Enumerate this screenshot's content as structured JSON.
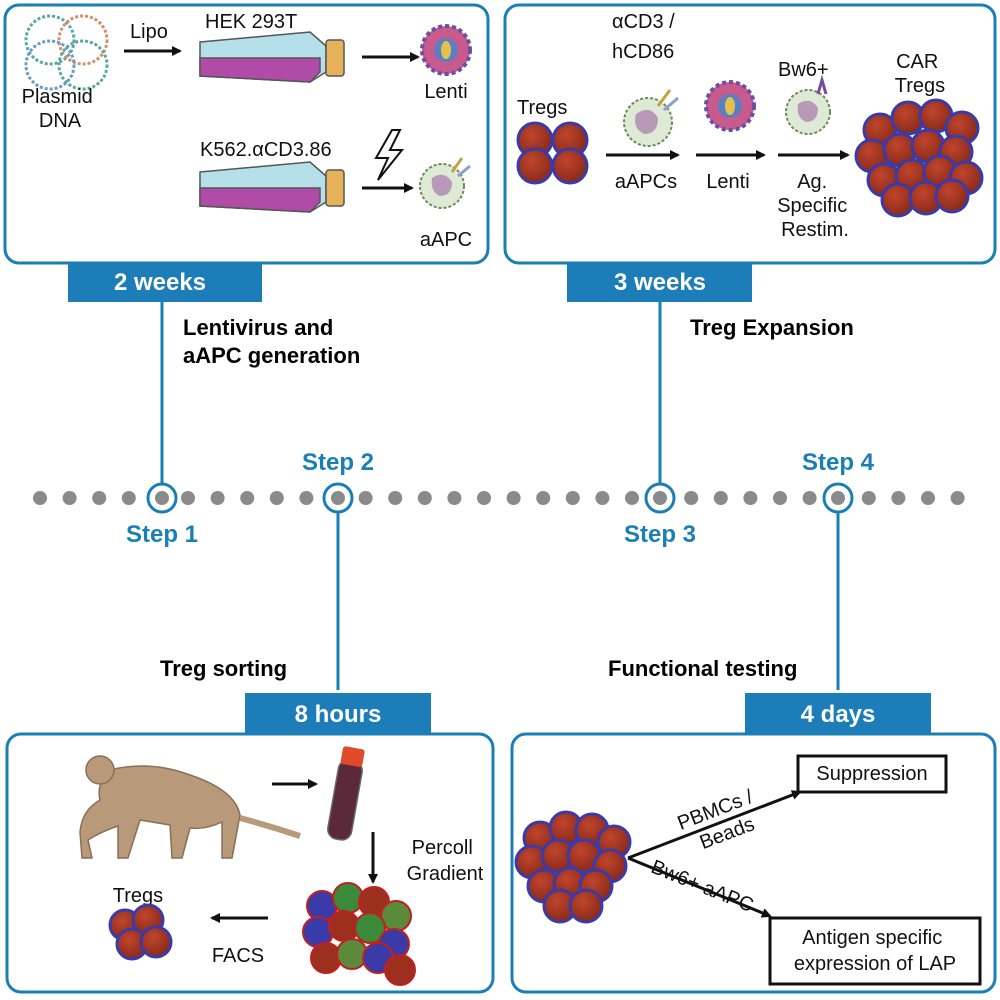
{
  "colors": {
    "accent": "#1a7fb5",
    "tab": "#1c7db8",
    "dot": "#8a8a8a",
    "cell_fill": "#9c2f1e",
    "cell_ring": "#3a3aa8",
    "flask": "#b04ca8",
    "aapc": "#dfead6"
  },
  "panel1": {
    "plasmid": "Plasmid\nDNA",
    "lipo": "Lipo",
    "hek": "HEK 293T",
    "lenti": "Lenti",
    "k562": "K562.αCD3.86",
    "aapc": "aAPC",
    "duration": "2 weeks",
    "title": "Lentivirus and\naAPC generation"
  },
  "panel2": {
    "tregs": "Tregs",
    "stim": "αCD3 /\nhCD86",
    "bw6": "Bw6+",
    "car": "CAR\nTregs",
    "aapcs": "aAPCs",
    "lenti": "Lenti",
    "restim": "Ag.\nSpecific\nRestim.",
    "duration": "3 weeks",
    "title": "Treg Expansion"
  },
  "timeline": {
    "step1": "Step 1",
    "step2": "Step 2",
    "step3": "Step 3",
    "step4": "Step 4"
  },
  "panel3": {
    "title": "Treg sorting",
    "duration": "8 hours",
    "percoll": "Percoll\nGradient",
    "tregs": "Tregs",
    "facs": "FACS"
  },
  "panel4": {
    "title": "Functional testing",
    "duration": "4 days",
    "pbmcs": "PBMCs /\nBeads",
    "bw6": "Bw6+ aAPC",
    "suppression": "Suppression",
    "antigen": "Antigen specific\nexpression of LAP"
  }
}
